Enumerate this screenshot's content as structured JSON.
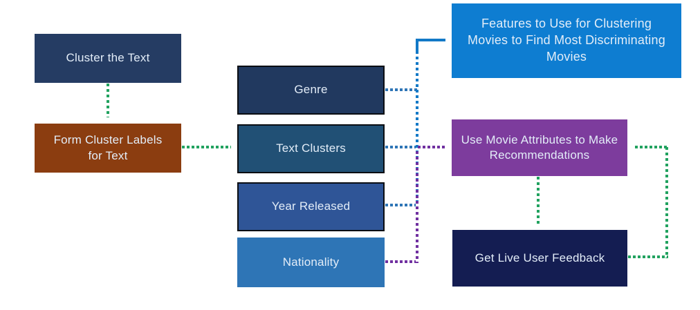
{
  "diagram": {
    "boxes": {
      "cluster_text": {
        "label": "Cluster the Text",
        "bg": "#253C63"
      },
      "form_labels": {
        "label": "Form Cluster Labels for Text",
        "bg": "#8B3D10"
      },
      "genre": {
        "label": "Genre",
        "bg": "#21395F"
      },
      "text_clusters": {
        "label": "Text Clusters",
        "bg": "#215075"
      },
      "year_released": {
        "label": "Year Released",
        "bg": "#2F5597"
      },
      "nationality": {
        "label": "Nationality",
        "bg": "#2E75B6"
      },
      "features": {
        "label": "Features to Use for Clustering Movies to Find Most Discriminating Movies",
        "bg": "#0E7DD1"
      },
      "use_attributes": {
        "label": "Use Movie Attributes to Make Recommendations",
        "bg": "#7D3C9D"
      },
      "feedback": {
        "label": "Get Live User Feedback",
        "bg": "#141D52"
      }
    },
    "connector_colors": {
      "green": "#21A25F",
      "blue": "#2E75B6",
      "blue_bright": "#1279C7",
      "purple": "#7030A0"
    }
  }
}
